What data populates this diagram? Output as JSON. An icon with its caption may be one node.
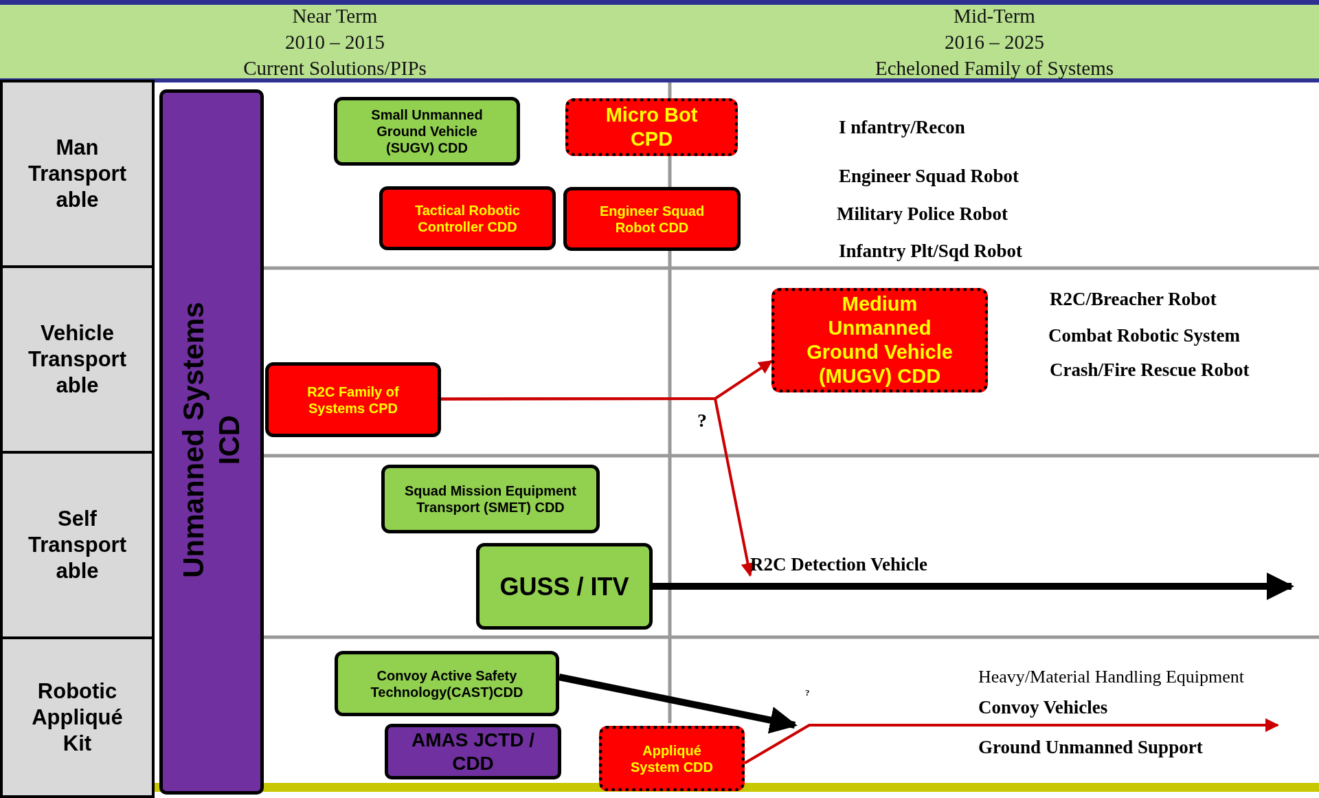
{
  "diagram": {
    "nodes": [
      {
        "text": [
          "Near Term",
          "2010 – 2015",
          "Current Solutions/PIPs"
        ]
      },
      {
        "text": [
          "Mid-Term",
          "2016 – 2025",
          "Echeloned Family of Systems"
        ]
      },
      {
        "text": [
          "Man Transport able"
        ]
      },
      {
        "text": [
          "Vehicle Transport able"
        ]
      },
      {
        "text": [
          "Self Transport able"
        ]
      },
      {
        "text": [
          "Robotic Appliqué Kit"
        ]
      },
      {
        "text": [
          "Unmanned Systems ICD"
        ]
      },
      {
        "text": [
          "Small Unmanned Ground Vehicle (SUGV) CDD"
        ]
      },
      {
        "text": [
          "Micro Bot CPD"
        ]
      },
      {
        "text": [
          "Tactical Robotic Controller CDD"
        ]
      },
      {
        "text": [
          "Engineer Squad Robot  CDD"
        ]
      },
      {
        "text": [
          "R2C Family of Systems CPD"
        ]
      },
      {
        "text": [
          "Medium Unmanned Ground Vehicle (MUGV) CDD"
        ]
      },
      {
        "text": [
          "Squad Mission Equipment Transport (SMET) CDD"
        ]
      },
      {
        "text": [
          "GUSS / ITV"
        ]
      },
      {
        "text": [
          "Convoy Active Safety Technology(CAST)CDD"
        ]
      },
      {
        "text": [
          "AMAS JCTD / CDD"
        ]
      },
      {
        "text": [
          "Appliqué System CDD"
        ]
      },
      {
        "text": [
          "R2C Detection Vehicle"
        ]
      }
    ],
    "edges": [
      {
        "from": 11,
        "to": 12,
        "arrow": "to"
      },
      {
        "from": 11,
        "to": 18,
        "arrow": "to"
      },
      {
        "from": 14,
        "to": null,
        "arrow": "to",
        "style": "thick",
        "color": "#000000"
      },
      {
        "from": 15,
        "to": null,
        "arrow": "to",
        "style": "thick",
        "color": "#000000"
      },
      {
        "from": 17,
        "to": null,
        "arrow": "to"
      }
    ],
    "labels": [
      "I nfantry/Recon",
      "Engineer Squad Robot",
      "Military Police Robot",
      "Infantry Plt/Sqd Robot",
      "R2C/Breacher Robot",
      "Combat Robotic System",
      "Crash/Fire Rescue Robot",
      "?",
      "Heavy/Material Handling Equipment",
      "?",
      "Convoy Vehicles",
      "Ground Unmanned Support"
    ]
  }
}
